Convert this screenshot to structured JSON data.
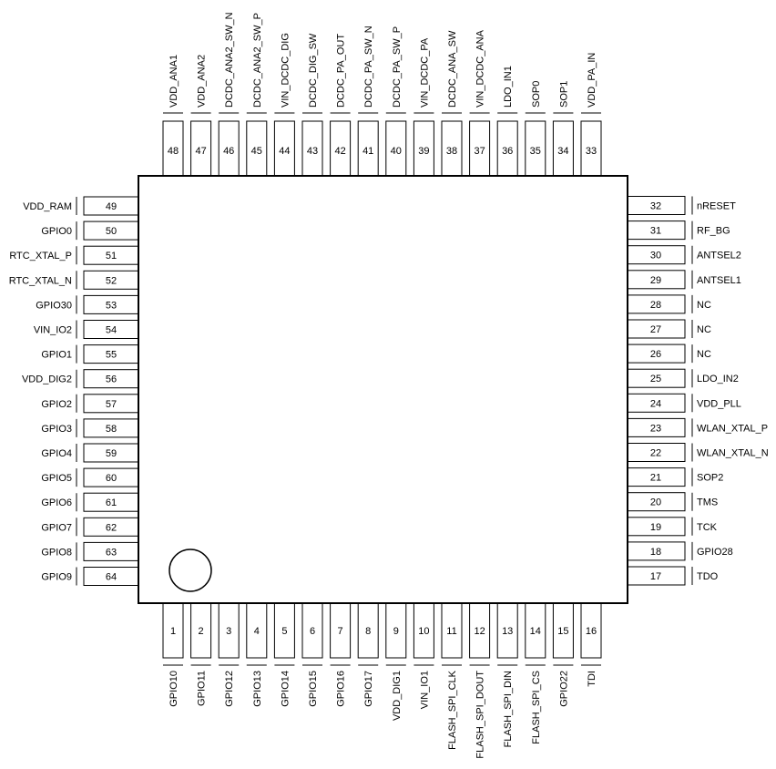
{
  "pins": {
    "bottom": [
      {
        "num": "1",
        "name": "GPIO10"
      },
      {
        "num": "2",
        "name": "GPIO11"
      },
      {
        "num": "3",
        "name": "GPIO12"
      },
      {
        "num": "4",
        "name": "GPIO13"
      },
      {
        "num": "5",
        "name": "GPIO14"
      },
      {
        "num": "6",
        "name": "GPIO15"
      },
      {
        "num": "7",
        "name": "GPIO16"
      },
      {
        "num": "8",
        "name": "GPIO17"
      },
      {
        "num": "9",
        "name": "VDD_DIG1"
      },
      {
        "num": "10",
        "name": "VIN_IO1"
      },
      {
        "num": "11",
        "name": "FLASH_SPI_CLK"
      },
      {
        "num": "12",
        "name": "FLASH_SPI_DOUT"
      },
      {
        "num": "13",
        "name": "FLASH_SPI_DIN"
      },
      {
        "num": "14",
        "name": "FLASH_SPI_CS"
      },
      {
        "num": "15",
        "name": "GPIO22"
      },
      {
        "num": "16",
        "name": "TDI"
      }
    ],
    "right": [
      {
        "num": "17",
        "name": "TDO"
      },
      {
        "num": "18",
        "name": "GPIO28"
      },
      {
        "num": "19",
        "name": "TCK"
      },
      {
        "num": "20",
        "name": "TMS"
      },
      {
        "num": "21",
        "name": "SOP2"
      },
      {
        "num": "22",
        "name": "WLAN_XTAL_N"
      },
      {
        "num": "23",
        "name": "WLAN_XTAL_P"
      },
      {
        "num": "24",
        "name": "VDD_PLL"
      },
      {
        "num": "25",
        "name": "LDO_IN2"
      },
      {
        "num": "26",
        "name": "NC"
      },
      {
        "num": "27",
        "name": "NC"
      },
      {
        "num": "28",
        "name": "NC"
      },
      {
        "num": "29",
        "name": "ANTSEL1"
      },
      {
        "num": "30",
        "name": "ANTSEL2"
      },
      {
        "num": "31",
        "name": "RF_BG"
      },
      {
        "num": "32",
        "name": "nRESET"
      }
    ],
    "top": [
      {
        "num": "33",
        "name": "VDD_PA_IN"
      },
      {
        "num": "34",
        "name": "SOP1"
      },
      {
        "num": "35",
        "name": "SOP0"
      },
      {
        "num": "36",
        "name": "LDO_IN1"
      },
      {
        "num": "37",
        "name": "VIN_DCDC_ANA"
      },
      {
        "num": "38",
        "name": "DCDC_ANA_SW"
      },
      {
        "num": "39",
        "name": "VIN_DCDC_PA"
      },
      {
        "num": "40",
        "name": "DCDC_PA_SW_P"
      },
      {
        "num": "41",
        "name": "DCDC_PA_SW_N"
      },
      {
        "num": "42",
        "name": "DCDC_PA_OUT"
      },
      {
        "num": "43",
        "name": "DCDC_DIG_SW"
      },
      {
        "num": "44",
        "name": "VIN_DCDC_DIG"
      },
      {
        "num": "45",
        "name": "DCDC_ANA2_SW_P"
      },
      {
        "num": "46",
        "name": "DCDC_ANA2_SW_N"
      },
      {
        "num": "47",
        "name": "VDD_ANA2"
      },
      {
        "num": "48",
        "name": "VDD_ANA1"
      }
    ],
    "left": [
      {
        "num": "49",
        "name": "VDD_RAM"
      },
      {
        "num": "50",
        "name": "GPIO0"
      },
      {
        "num": "51",
        "name": "RTC_XTAL_P"
      },
      {
        "num": "52",
        "name": "RTC_XTAL_N"
      },
      {
        "num": "53",
        "name": "GPIO30"
      },
      {
        "num": "54",
        "name": "VIN_IO2"
      },
      {
        "num": "55",
        "name": "GPIO1"
      },
      {
        "num": "56",
        "name": "VDD_DIG2"
      },
      {
        "num": "57",
        "name": "GPIO2"
      },
      {
        "num": "58",
        "name": "GPIO3"
      },
      {
        "num": "59",
        "name": "GPIO4"
      },
      {
        "num": "60",
        "name": "GPIO5"
      },
      {
        "num": "61",
        "name": "GPIO6"
      },
      {
        "num": "62",
        "name": "GPIO7"
      },
      {
        "num": "63",
        "name": "GPIO8"
      },
      {
        "num": "64",
        "name": "GPIO9"
      }
    ]
  }
}
